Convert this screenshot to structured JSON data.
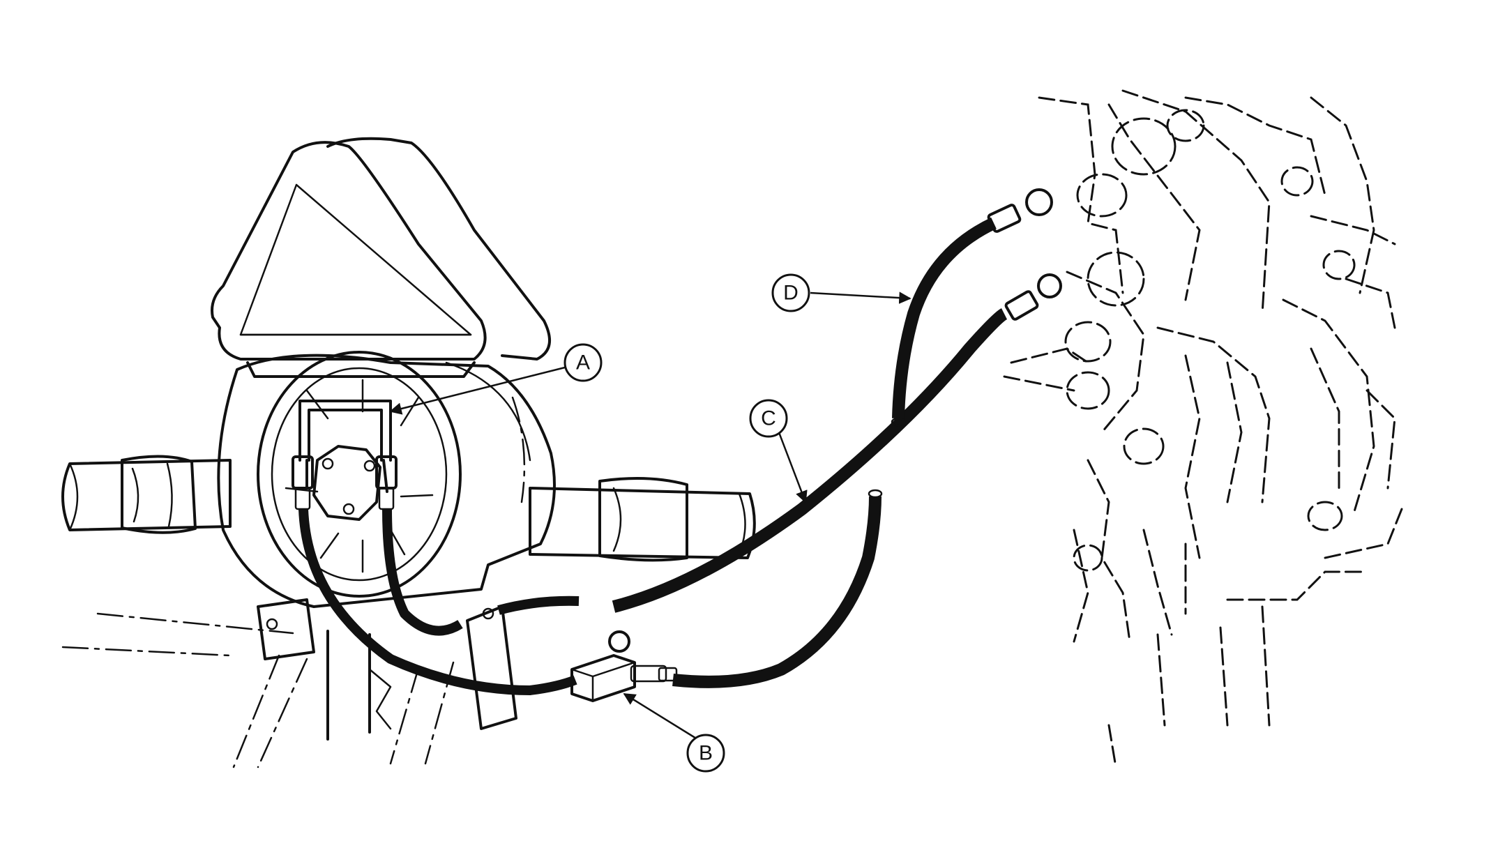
{
  "figure": {
    "colors": {
      "ink": "#111111",
      "background": "#ffffff"
    },
    "callouts": [
      {
        "id": "A",
        "label": "A"
      },
      {
        "id": "B",
        "label": "B"
      },
      {
        "id": "C",
        "label": "C"
      },
      {
        "id": "D",
        "label": "D"
      }
    ]
  }
}
